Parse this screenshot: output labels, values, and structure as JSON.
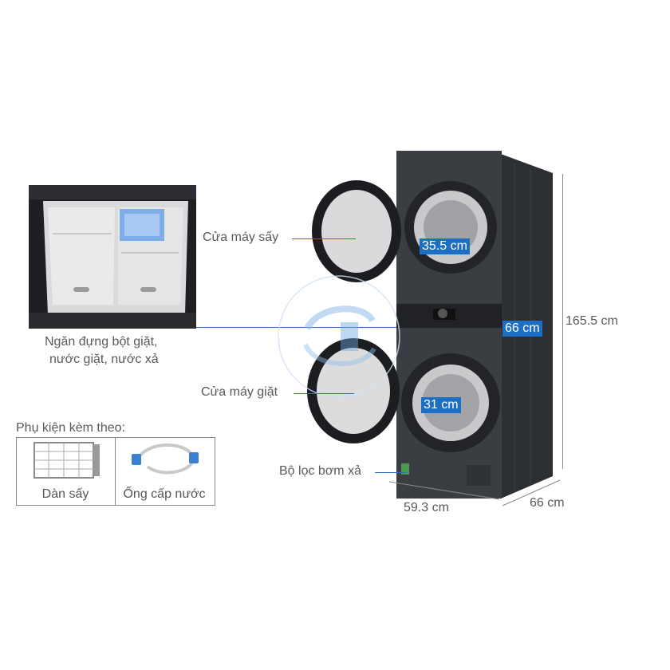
{
  "labels": {
    "dryer_door": "Cửa máy sấy",
    "washer_door": "Cửa máy giặt",
    "detergent_line1": "Ngăn đựng bột giặt,",
    "detergent_line2": "nước giặt, nước xả",
    "drain_filter": "Bộ lọc bơm xả"
  },
  "dimensions": {
    "dryer_drum": "35.5 cm",
    "washer_drum": "31 cm",
    "depth_front": "66 cm",
    "height": "165.5 cm",
    "width": "59.3 cm",
    "depth_side": "66 cm"
  },
  "accessories": {
    "title": "Phụ kiện kèm theo:",
    "items": [
      {
        "label": "Dàn sấy"
      },
      {
        "label": "Ống cấp nước"
      }
    ]
  },
  "colors": {
    "accent": "#1d6fc4",
    "machine": "#3a3d42"
  }
}
